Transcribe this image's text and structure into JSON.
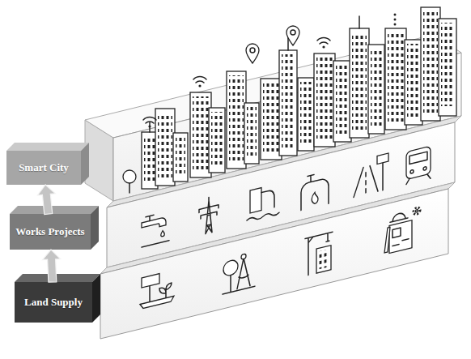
{
  "diagram": {
    "nodes": [
      {
        "text": [
          "Smart City"
        ]
      },
      {
        "text": [
          "Works Projects"
        ]
      },
      {
        "text": [
          "Land Supply"
        ]
      }
    ],
    "edges": [
      {
        "from": 2,
        "to": 1,
        "arrow": "to"
      },
      {
        "from": 1,
        "to": 0,
        "arrow": "to"
      }
    ]
  }
}
